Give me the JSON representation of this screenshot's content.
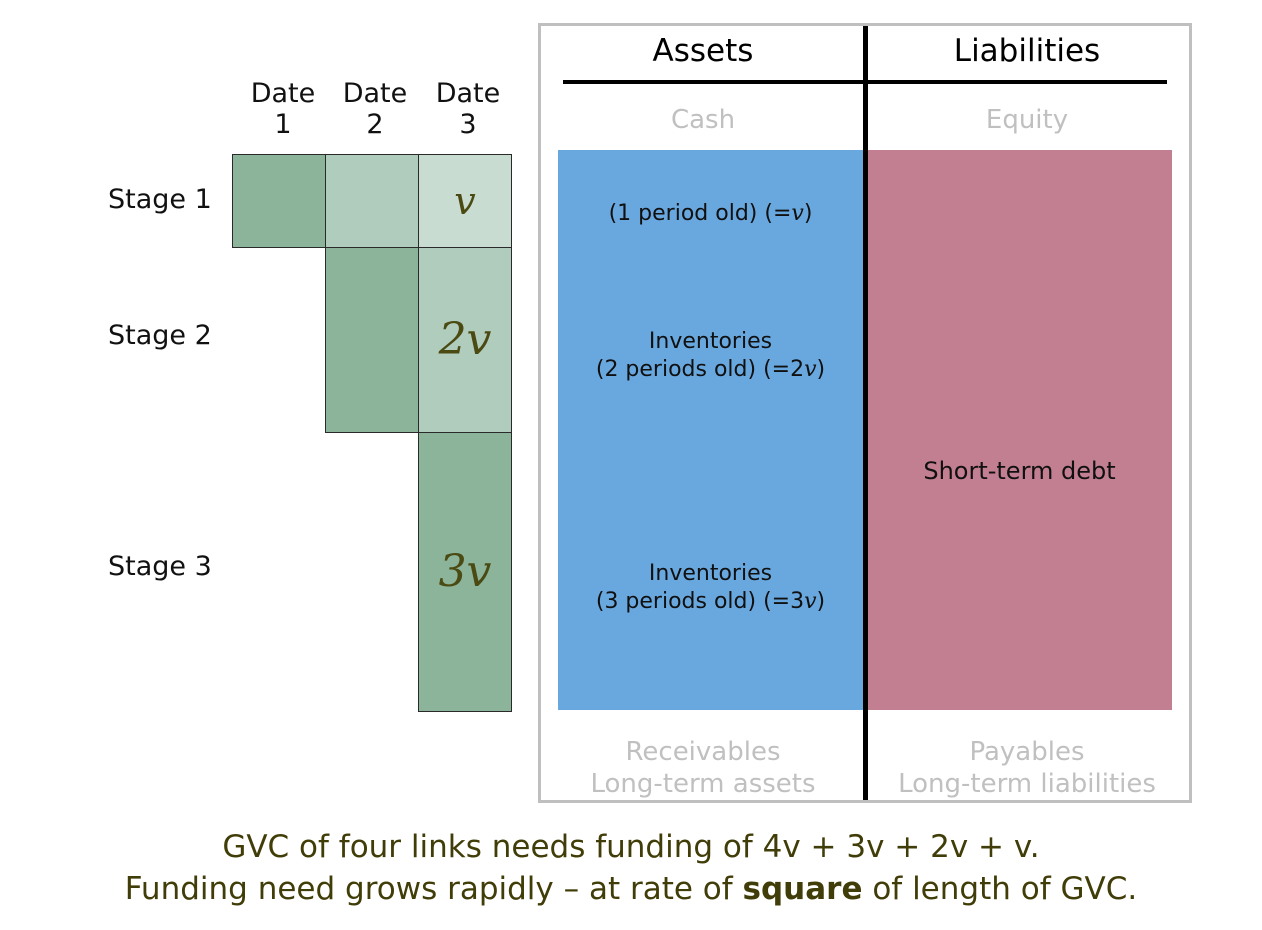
{
  "grid": {
    "date_headers": [
      {
        "l1": "Date",
        "l2": "1"
      },
      {
        "l1": "Date",
        "l2": "2"
      },
      {
        "l1": "Date",
        "l2": "3"
      }
    ],
    "stage_labels": [
      "Stage 1",
      "Stage 2",
      "Stage 3"
    ],
    "colors": {
      "dark_green": "#8BB49B",
      "mid_green": "#B0CCBD",
      "light_green": "#C9DCD1",
      "cell_border": "#2A2A2A",
      "value_text": "#4A4A12"
    },
    "cells": [
      {
        "stage": 1,
        "date": 1,
        "fill": "#8BB49B",
        "value": ""
      },
      {
        "stage": 1,
        "date": 2,
        "fill": "#B0CCBD",
        "value": ""
      },
      {
        "stage": 1,
        "date": 3,
        "fill": "#C9DCD1",
        "value": "v"
      },
      {
        "stage": 2,
        "date": 2,
        "fill": "#8BB49B",
        "value": ""
      },
      {
        "stage": 2,
        "date": 3,
        "fill": "#B0CCBD",
        "value": "2v"
      },
      {
        "stage": 3,
        "date": 3,
        "fill": "#8BB49B",
        "value": "3v"
      }
    ]
  },
  "balance_sheet": {
    "assets": {
      "title": "Assets",
      "top_label": "Cash",
      "block_color": "#69A8DF",
      "items": [
        {
          "line1": "",
          "line2": "(1 period old) (=v)"
        },
        {
          "line1": "Inventories",
          "line2": "(2 periods old) (=2v)"
        },
        {
          "line1": "Inventories",
          "line2": "(3 periods old) (=3v)"
        }
      ],
      "bottom_label": {
        "line1": "Receivables",
        "line2": "Long-term assets"
      }
    },
    "liabilities": {
      "title": "Liabilities",
      "top_label": "Equity",
      "block_color": "#C37F92",
      "items": [
        {
          "line1": "Short-term debt",
          "line2": ""
        }
      ],
      "bottom_label": {
        "line1": "Payables",
        "line2": "Long-term liabilities"
      }
    },
    "panel_border_color": "#BFBFBF",
    "divider_color": "#000000",
    "soft_label_color": "#C0C0C0"
  },
  "caption": {
    "color": "#413D08",
    "line1": "GVC of four links needs funding of 4v + 3v + 2v + v.",
    "line2_pre": "Funding need grows rapidly – at rate of ",
    "line2_bold": "square",
    "line2_post": " of length of GVC."
  }
}
